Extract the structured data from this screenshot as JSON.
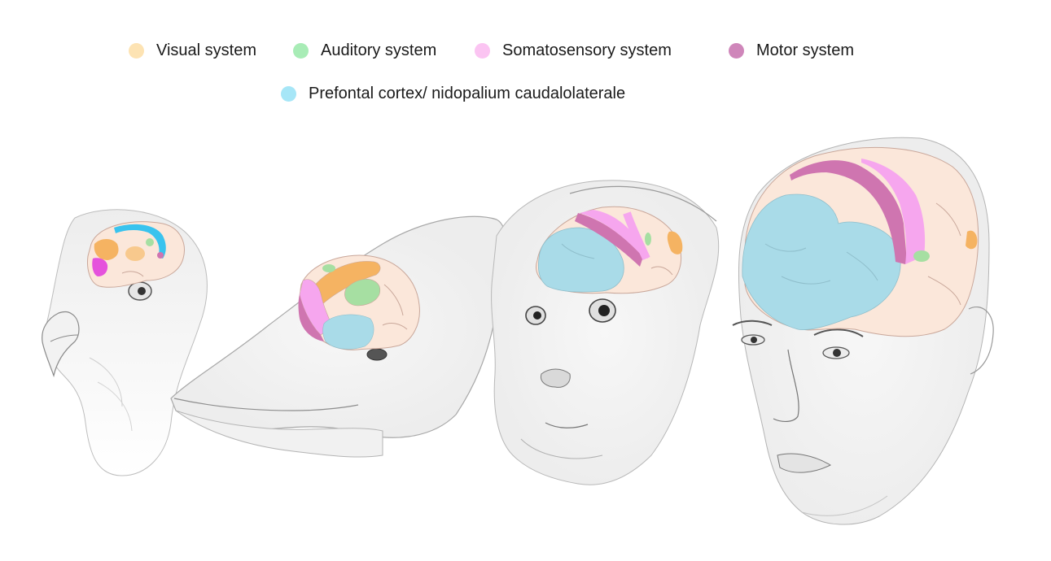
{
  "legend": {
    "visual": {
      "label": "Visual system",
      "color": "#fde3b3"
    },
    "auditory": {
      "label": "Auditory system",
      "color": "#a8ecb6"
    },
    "somatosensory": {
      "label": "Somatosensory system",
      "color": "#fbc4f2"
    },
    "motor": {
      "label": "Motor system",
      "color": "#cf86ba"
    },
    "prefrontal": {
      "label": "Prefontal cortex/ nidopalium caudalolaterale",
      "color": "#a6e6f7"
    }
  },
  "animals": [
    "pigeon",
    "dolphin",
    "monkey",
    "human"
  ],
  "palette": {
    "cortex_fill": "#fbe7da",
    "cortex_line": "#c9a79a",
    "visual_region": "#f5b362",
    "auditory_region": "#a6dfa2",
    "somato_region": "#f6a6ee",
    "motor_region": "#cf75b0",
    "prefrontal_region": "#a9dbe8",
    "pigeon_ncl": "#39c3ee",
    "sketch_line": "#9a9a9a",
    "sketch_shade": "#e9e9e9"
  }
}
